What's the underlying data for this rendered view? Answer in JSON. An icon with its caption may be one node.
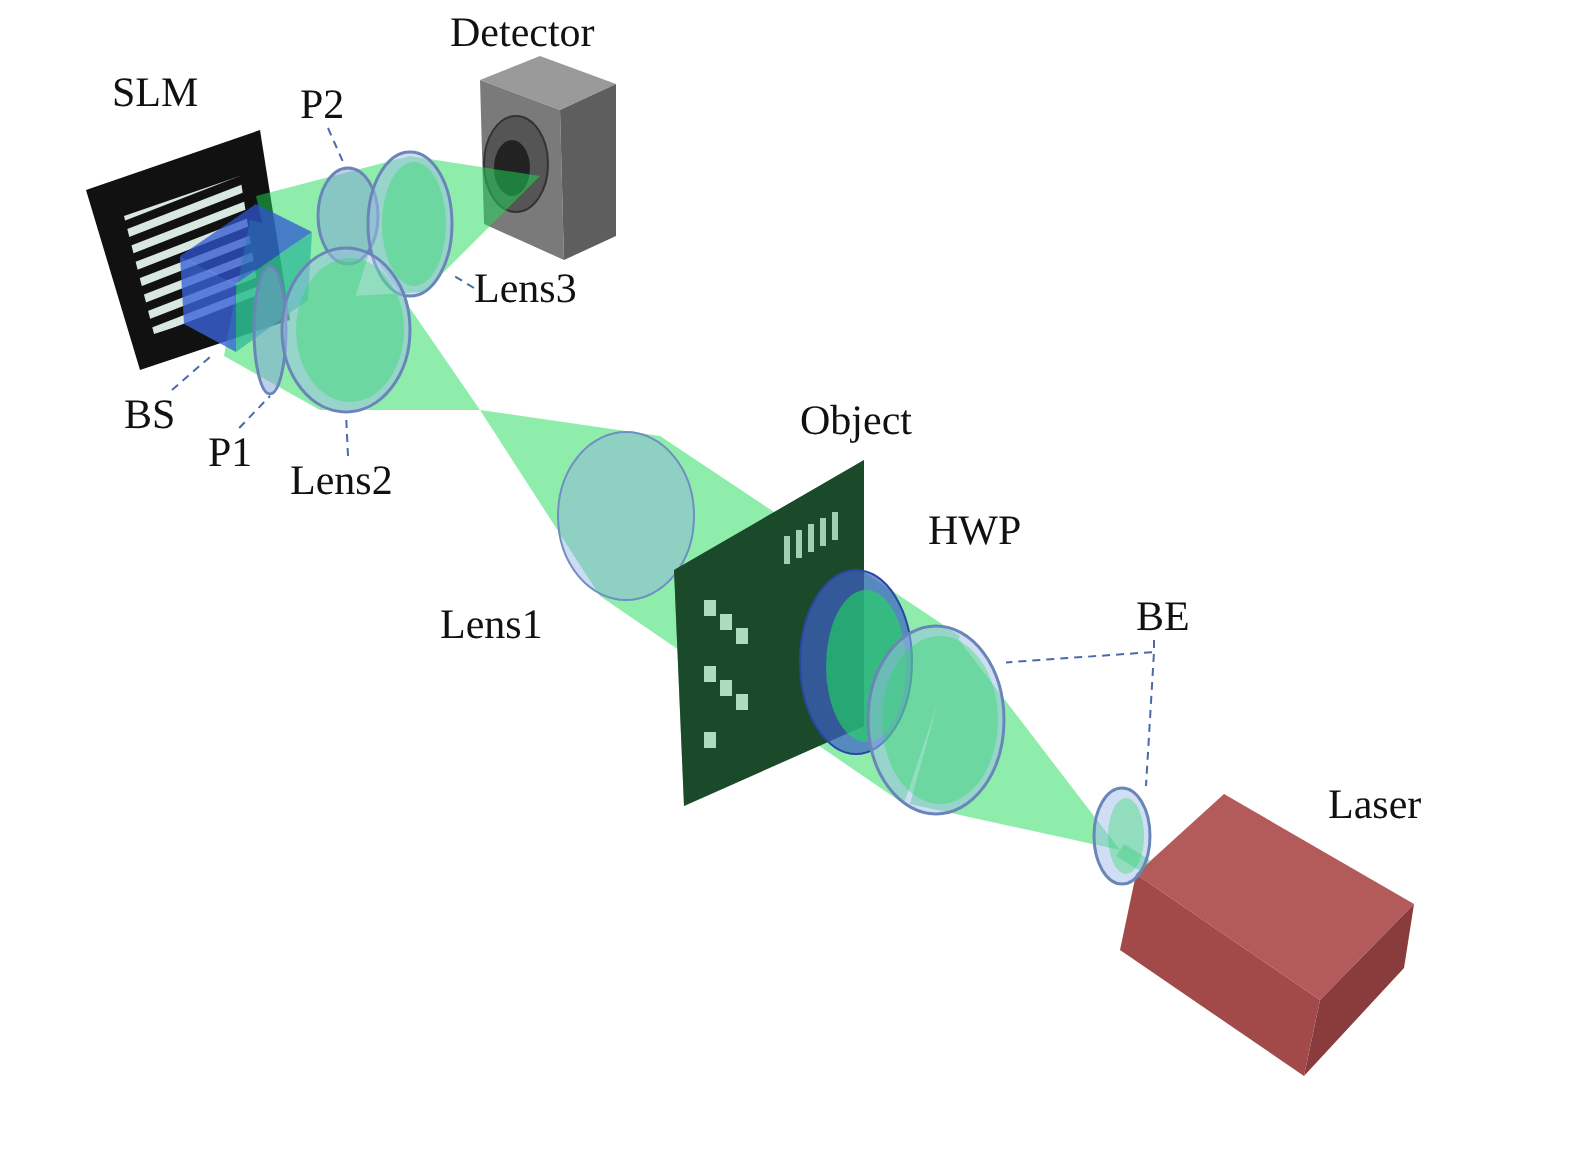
{
  "diagram": {
    "nodes": [
      {
        "text": [
          "P2"
        ]
      },
      {
        "text": [],
        "shape": "circle"
      },
      {
        "text": [
          "Lens3"
        ]
      },
      {
        "text": [],
        "shape": "picture"
      },
      {
        "text": [
          "BS"
        ]
      },
      {
        "text": [],
        "shape": "picture"
      },
      {
        "text": [
          "P1"
        ]
      },
      {
        "text": [],
        "shape": "circle"
      },
      {
        "text": [
          "Lens2"
        ]
      },
      {
        "text": [],
        "shape": "picture"
      },
      {
        "text": [
          "BE"
        ]
      },
      {
        "text": [],
        "shape": "picture"
      },
      {
        "text": [],
        "shape": "picture"
      }
    ],
    "edges": [
      {
        "from": 0,
        "to": 1,
        "arrow": "none",
        "style": "dashed"
      },
      {
        "from": 2,
        "to": 3,
        "arrow": "none",
        "style": "dashed"
      },
      {
        "from": 4,
        "to": 5,
        "arrow": "none",
        "style": "dashed"
      },
      {
        "from": 6,
        "to": 7,
        "arrow": "none",
        "style": "dashed"
      },
      {
        "from": 8,
        "to": 9,
        "arrow": "none",
        "style": "dashed"
      },
      {
        "from": 10,
        "to": 11,
        "arrow": "none",
        "style": "dashed"
      },
      {
        "from": 10,
        "to": 12,
        "arrow": "none",
        "style": "dashed"
      }
    ],
    "labels": [
      "Detector",
      "SLM",
      "Object",
      "HWP",
      "Lens1",
      "Laser"
    ]
  }
}
